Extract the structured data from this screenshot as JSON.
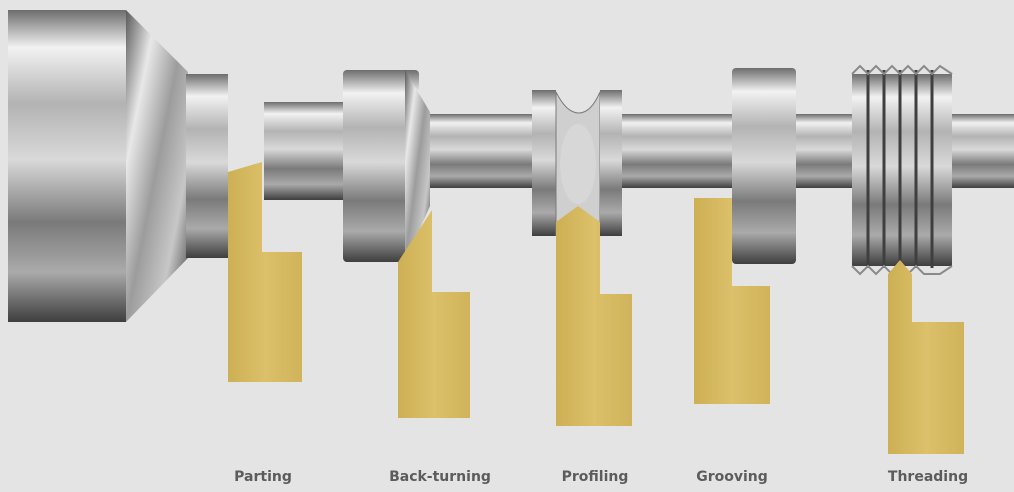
{
  "labels": {
    "parting": "Parting",
    "back_turning": "Back-turning",
    "profiling": "Profiling",
    "grooving": "Grooving",
    "threading": "Threading"
  },
  "colors": {
    "background": "#e4e4e4",
    "tool": "#d5b860",
    "label_text": "#5c5c5c"
  }
}
